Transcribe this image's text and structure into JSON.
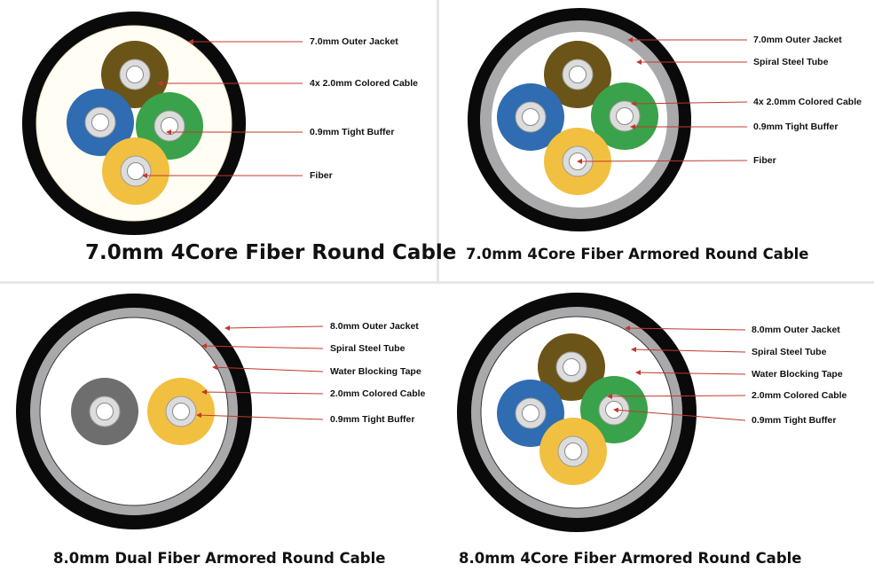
{
  "colors": {
    "jacket": "#0a0a0a",
    "steel": "#a9a9ab",
    "tape": "#ffffff",
    "core_brown": "#6b5417",
    "core_blue": "#2f6cb1",
    "core_green": "#3aa24a",
    "core_yellow": "#f2c040",
    "core_gray": "#6e6e6e",
    "buffer": "#dcdcdc",
    "leader": "#c0392b"
  },
  "panels": [
    {
      "title": "7.0mm 4Core Fiber Round Cable",
      "labels": [
        "7.0mm Outer Jacket",
        "4x 2.0mm Colored Cable",
        "0.9mm Tight Buffer",
        "Fiber"
      ]
    },
    {
      "title": "7.0mm 4Core Fiber Armored Round Cable",
      "labels": [
        "7.0mm Outer Jacket",
        "Spiral Steel Tube",
        "4x 2.0mm Colored Cable",
        "0.9mm Tight Buffer",
        "Fiber"
      ]
    },
    {
      "title": "8.0mm Dual Fiber Armored Round Cable",
      "labels": [
        "8.0mm Outer Jacket",
        "Spiral Steel Tube",
        "Water Blocking Tape",
        "2.0mm Colored Cable",
        "0.9mm Tight Buffer"
      ]
    },
    {
      "title": "8.0mm 4Core Fiber Armored Round Cable",
      "labels": [
        "8.0mm Outer Jacket",
        "Spiral Steel Tube",
        "Water Blocking Tape",
        "2.0mm Colored Cable",
        "0.9mm Tight Buffer"
      ]
    }
  ]
}
